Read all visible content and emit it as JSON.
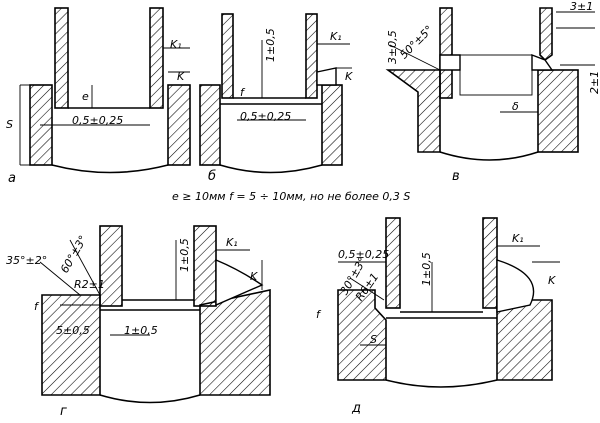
{
  "figure": {
    "captions": {
      "a": "а",
      "b": "б",
      "v": "в",
      "g": "г",
      "d": "д"
    },
    "note": "e ≥ 10мм    f = 5 ÷ 10мм, но не более 0,3 S",
    "labels": {
      "a_K1": "K₁",
      "a_K": "K",
      "a_e": "e",
      "a_S": "S",
      "a_gap": "0,5±0,25",
      "b_K1": "K₁",
      "b_K": "K",
      "b_f": "f",
      "b_gap_top": "1±0,5",
      "b_gap": "0,5±0,25",
      "v_angle": "50°±5°",
      "v_root": "3±0,5",
      "v_top": "3±1",
      "v_side": "2±1",
      "v_delta": "δ",
      "g_angle1": "35°±2°",
      "g_angle2": "60°±3°",
      "g_radius": "R2±1",
      "g_f": "f",
      "g_root": "5±0,5",
      "g_gap": "1±0,5",
      "g_gap_v": "1±0,5",
      "g_K1": "K₁",
      "g_K": "K",
      "d_top": "0,5±0,25",
      "d_angle": "30°±3°",
      "d_radius": "R6±1",
      "d_f": "f",
      "d_gap_v": "1±0,5",
      "d_S": "S",
      "d_K1": "K₁",
      "d_K": "K"
    }
  }
}
